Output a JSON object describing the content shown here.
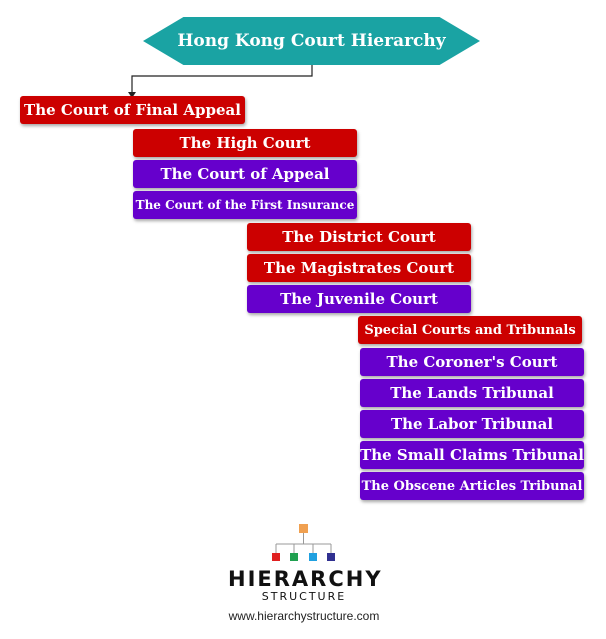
{
  "title": "Hong Kong Court Hierarchy",
  "colors": {
    "title_fill": "#1aa3a3",
    "court_red": "#cc0000",
    "court_purple": "#6600cc",
    "logo_orange": "#f0a050",
    "logo_red": "#e02020",
    "logo_green": "#20a050",
    "logo_blue": "#20a0e0",
    "logo_navy": "#303090"
  },
  "nodes": [
    "The Court of Final Appeal",
    "The High Court",
    "The Court of Appeal",
    "The Court of the First Insurance",
    "The District Court",
    "The Magistrates Court",
    "The Juvenile Court",
    "Special Courts and Tribunals",
    "The Coroner's Court",
    "The Lands Tribunal",
    "The Labor Tribunal",
    "The Small Claims Tribunal",
    "The Obscene Articles Tribunal"
  ],
  "logo": {
    "word": "HIERARCHY",
    "sub": "STRUCTURE",
    "url": "www.hierarchystructure.com"
  }
}
